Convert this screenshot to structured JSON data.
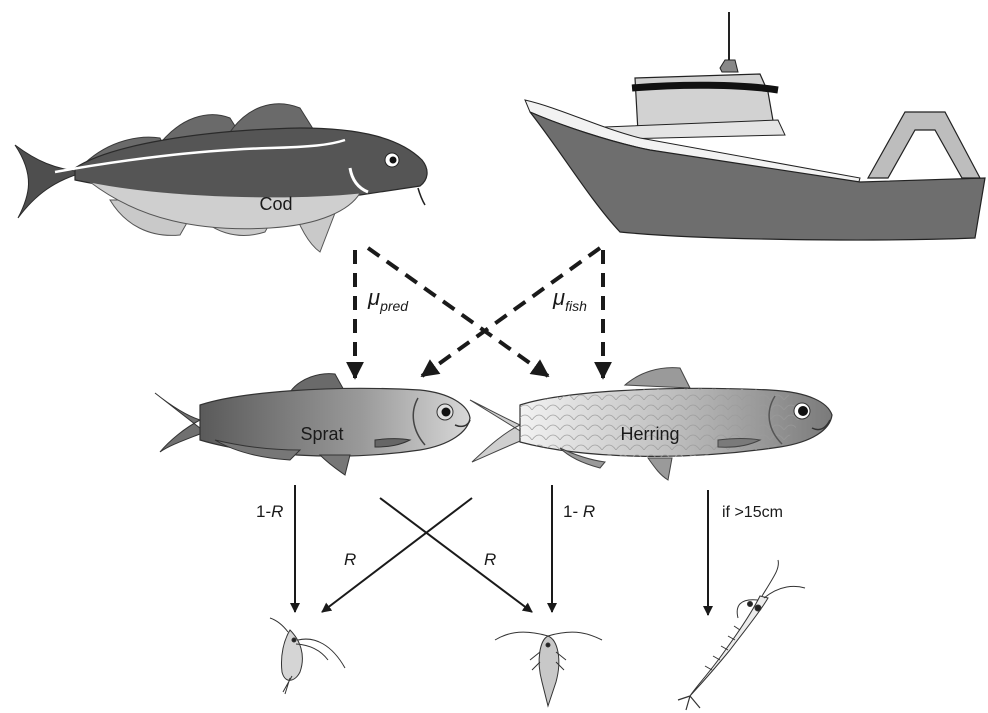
{
  "labels": {
    "cod": "Cod",
    "sprat": "Sprat",
    "herring": "Herring"
  },
  "rates": {
    "mu_symbol": "μ",
    "pred_subscript": "pred",
    "fish_subscript": "fish"
  },
  "transitions": {
    "sprat_keep_prefix": "1-",
    "herring_keep_prefix": "1- ",
    "r_symbol": "R",
    "herring_switch_left": "R",
    "sprat_switch_right": "R",
    "krill_condition": "if >15cm"
  }
}
